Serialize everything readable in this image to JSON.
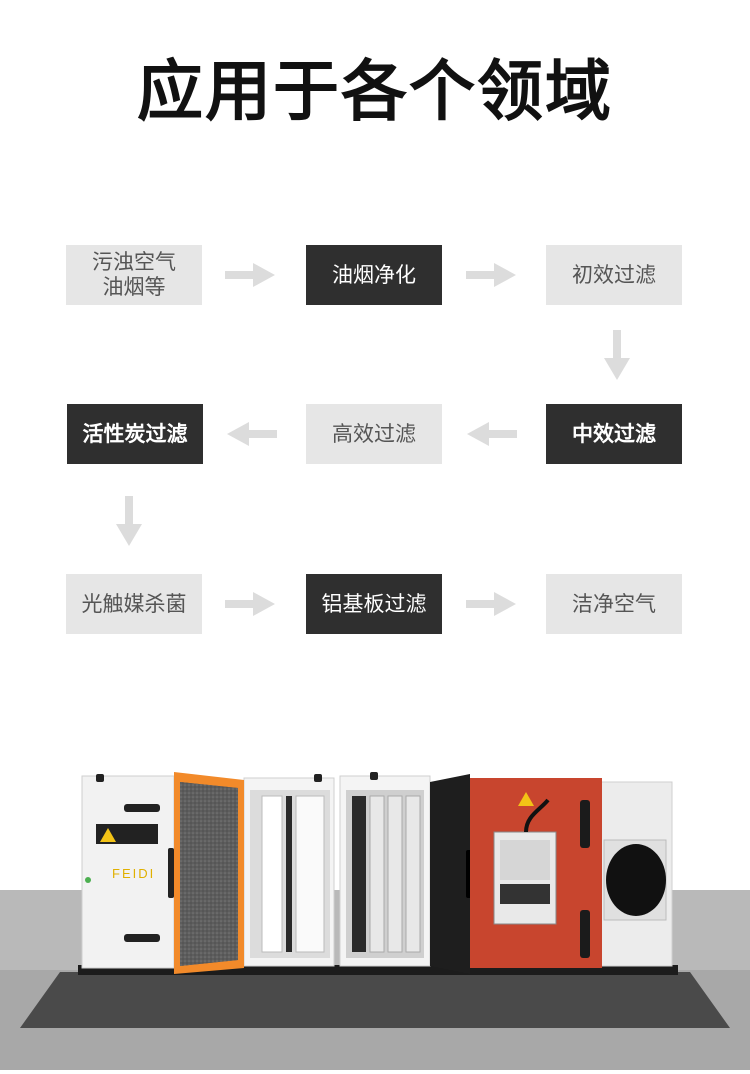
{
  "title": "应用于各个领域",
  "flow": {
    "row1": [
      "污浊空气\n油烟等",
      "油烟净化",
      "初效过滤"
    ],
    "row2": [
      "活性炭过滤",
      "高效过滤",
      "中效过滤"
    ],
    "row3": [
      "光触媒杀菌",
      "铝基板过滤",
      "洁净空气"
    ]
  },
  "product": {
    "brand_text": "FEIDI",
    "warning_icon": "warning-triangle-icon"
  },
  "colors": {
    "light_box": "#e6e6e6",
    "dark_box": "#2f2f2f",
    "arrow": "#dcdcdc",
    "orange_door": "#f28a2a",
    "red_door": "#c8452e"
  }
}
